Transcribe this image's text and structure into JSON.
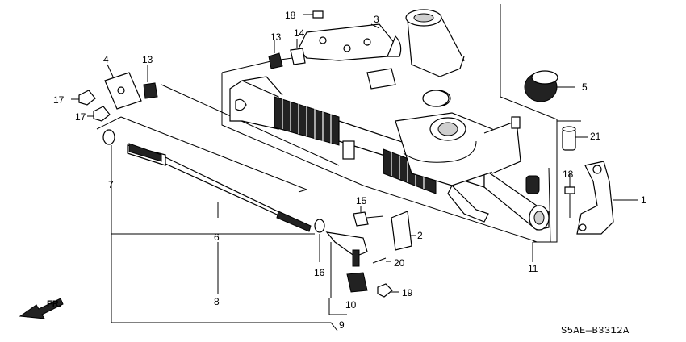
{
  "callouts": {
    "c1": "1",
    "c2": "2",
    "c3": "3",
    "c4": "4",
    "c5": "5",
    "c6": "6",
    "c7": "7",
    "c8": "8",
    "c9": "9",
    "c10": "10",
    "c11": "11",
    "c13a": "13",
    "c13b": "13",
    "c14": "14",
    "c15": "15",
    "c16": "16",
    "c17a": "17",
    "c17b": "17",
    "c18a": "18",
    "c18b": "18",
    "c19": "19",
    "c20": "20",
    "c21": "21"
  },
  "footer": {
    "code": "S5AE—B3312A"
  },
  "direction": {
    "label": "FR."
  }
}
